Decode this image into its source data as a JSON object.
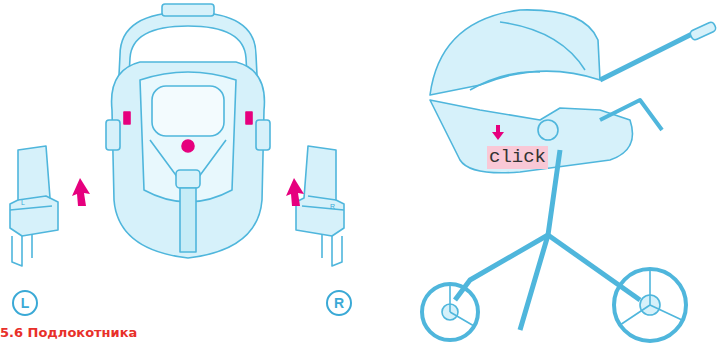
{
  "diagram": {
    "labels": [
      "L",
      "L",
      "R",
      "R",
      "click",
      "5.6 Подлокотника"
    ]
  }
}
